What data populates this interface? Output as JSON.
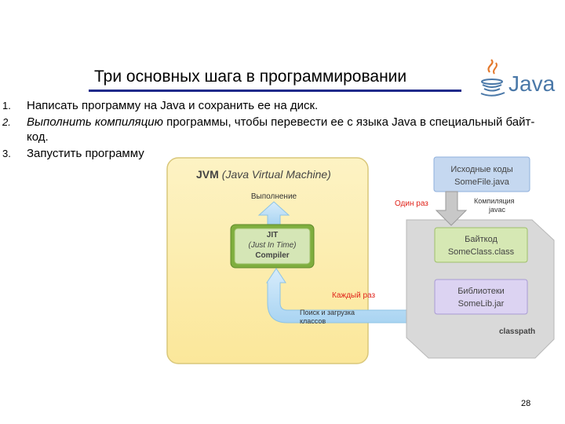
{
  "slide": {
    "title": "Три основных шага в программировании",
    "logo_text": "Java",
    "page_number": "28"
  },
  "steps": [
    {
      "number": "1.",
      "text_plain": "Написать программу на Java и сохранить ее на диск."
    },
    {
      "number": "2.",
      "text_italic": "Выполнить компиляцию",
      "text_plain": " программы, чтобы перевести ее с языка Java в специальный байт-код."
    },
    {
      "number": "3.",
      "text_plain": "Запустить программу"
    }
  ],
  "diagram": {
    "jvm_title_bold": "JVM",
    "jvm_title_italic": "(Java Virtual Machine)",
    "execution_label": "Выполнение",
    "jit_line1": "JIT",
    "jit_line2": "(Just In Time)",
    "jit_line3": "Compiler",
    "source_line1": "Исходные коды",
    "source_line2": "SomeFile.java",
    "once_label": "Один раз",
    "compile_line1": "Компиляция",
    "compile_line2": "javac",
    "bytecode_line1": "Байткод",
    "bytecode_line2": "SomeClass.class",
    "libs_line1": "Библиотеки",
    "libs_line2": "SomeLib.jar",
    "classpath_label": "classpath",
    "each_time_label": "Каждый раз",
    "load_line1": "Поиск и загрузка",
    "load_line2": "классов"
  },
  "colors": {
    "title_rule": "#1f2a8a",
    "jvm_fill": "#fdf0b0",
    "jit_fill": "#7fae3e",
    "box_blue": "#c5d8f0",
    "box_green": "#d6e8b4",
    "box_purple": "#dcd3f2",
    "classpath_fill": "#d9d9d9",
    "red_label": "#e0241b"
  }
}
